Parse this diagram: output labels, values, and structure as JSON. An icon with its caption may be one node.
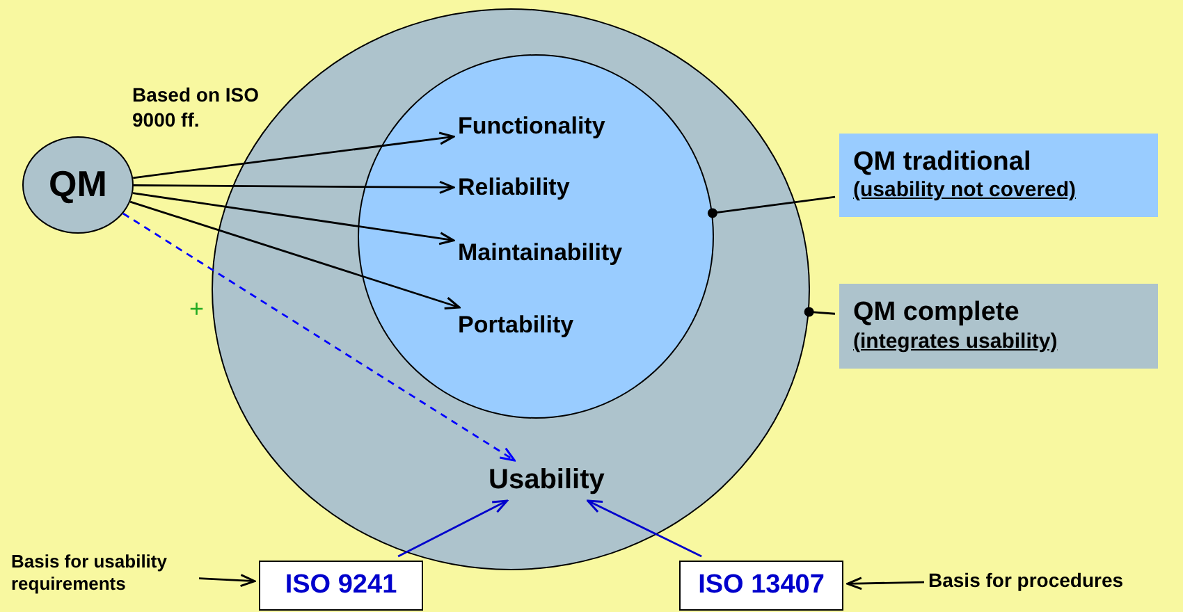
{
  "diagram": {
    "nodes": [
      {
        "text": [
          "QM"
        ]
      },
      {
        "text": [],
        "shape": "circle"
      },
      {
        "text": [],
        "shape": "circle",
        "in": 1
      },
      {
        "text": [
          "Functionality"
        ],
        "in": 2
      },
      {
        "text": [
          "Reliability"
        ],
        "in": 2
      },
      {
        "text": [
          "Maintainability"
        ],
        "in": 2
      },
      {
        "text": [
          "Portability"
        ],
        "in": 2
      },
      {
        "text": [
          "Usability"
        ],
        "in": 1
      },
      {
        "text": [
          "QM traditional",
          "(usability not covered)"
        ]
      },
      {
        "text": [
          "QM complete",
          "(integrates usability)"
        ]
      },
      {
        "text": [
          "ISO 9241"
        ]
      },
      {
        "text": [
          "ISO 13407"
        ]
      },
      {
        "text": [
          "Basis for usability requirements"
        ]
      },
      {
        "text": [
          "Basis for procedures"
        ]
      }
    ],
    "edges": [
      {
        "from": 0,
        "to": 3,
        "arrow": "to"
      },
      {
        "from": 0,
        "to": 4,
        "arrow": "to"
      },
      {
        "from": 0,
        "to": 5,
        "arrow": "to"
      },
      {
        "from": 0,
        "to": 6,
        "arrow": "to"
      },
      {
        "from": 0,
        "to": 7,
        "arrow": "to",
        "style": "dashed",
        "color": "#0000ff"
      },
      {
        "from": 8,
        "to": 2,
        "arrow": "other"
      },
      {
        "from": 9,
        "to": 1,
        "arrow": "other"
      },
      {
        "from": 10,
        "to": 7,
        "arrow": "to",
        "color": "#0000cc"
      },
      {
        "from": 11,
        "to": 7,
        "arrow": "to",
        "color": "#0000cc"
      },
      {
        "from": 12,
        "to": 10,
        "arrow": "to"
      },
      {
        "from": 13,
        "to": 11,
        "arrow": "to"
      }
    ],
    "labels": [
      "Based on ISO 9000 ff.",
      "+"
    ]
  }
}
